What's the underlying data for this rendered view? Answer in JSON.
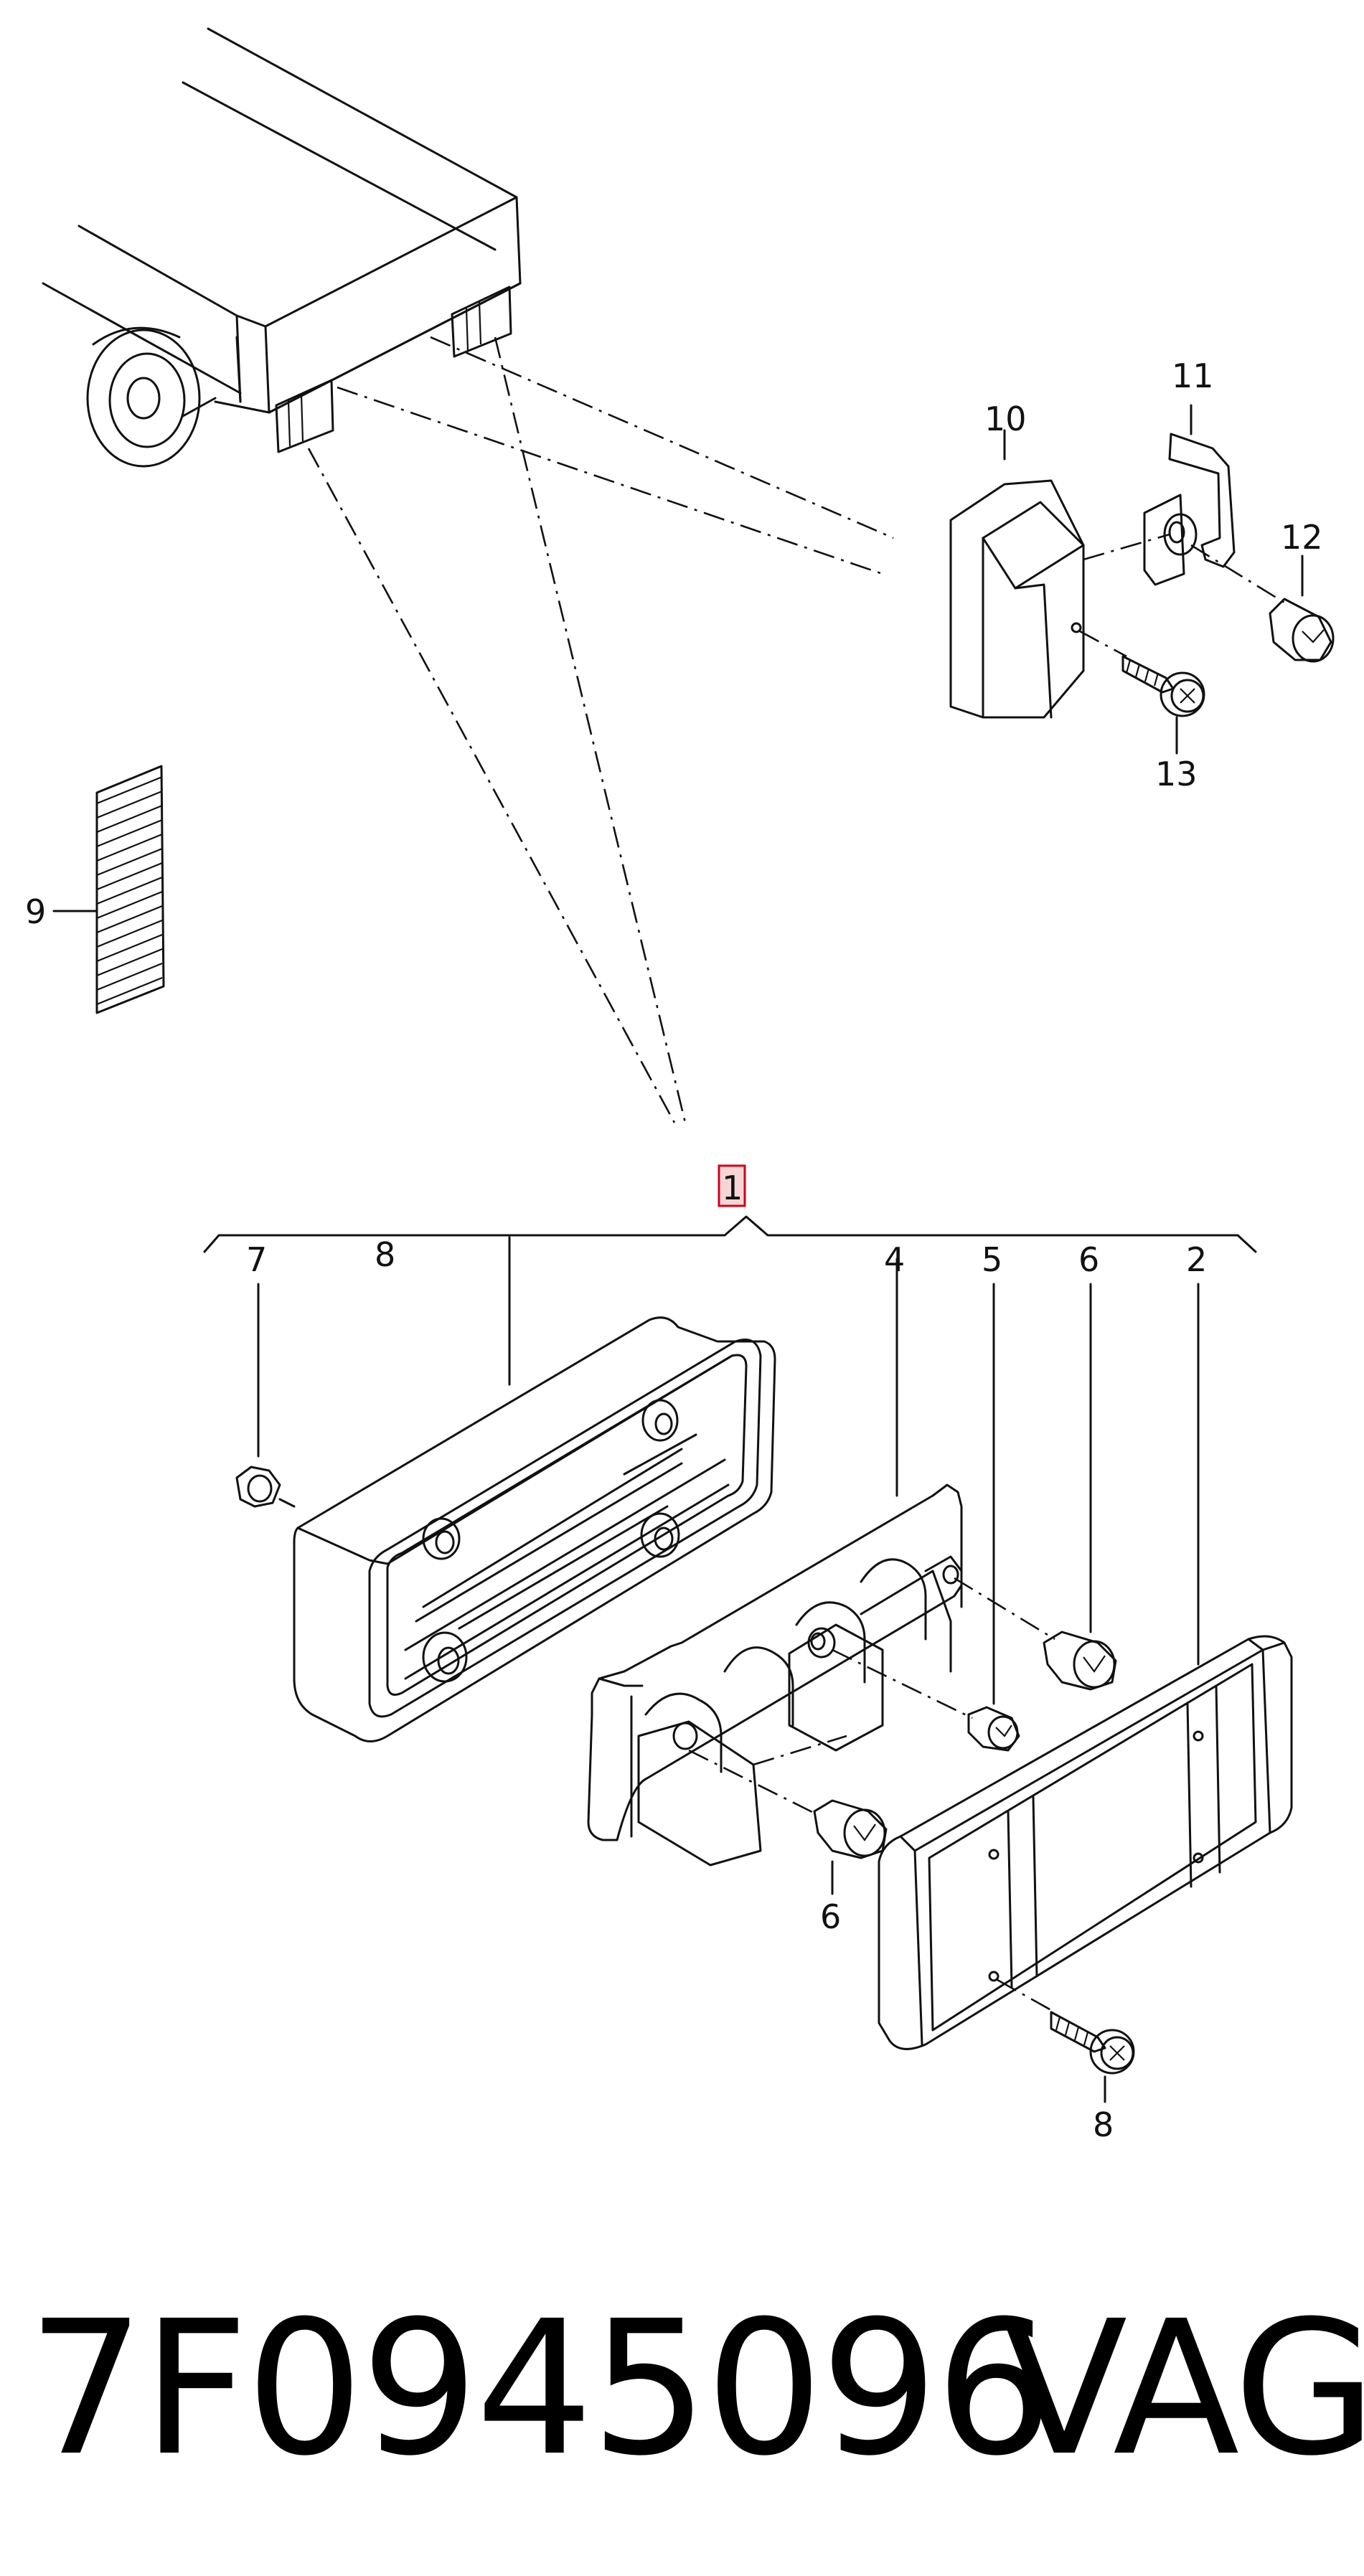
{
  "callouts": {
    "c1": "1",
    "c2": "2",
    "c4": "4",
    "c5": "5",
    "c6a": "6",
    "c6b": "6",
    "c7": "7",
    "c8a": "8",
    "c8b": "8",
    "c9": "9",
    "c10": "10",
    "c11": "11",
    "c12": "12",
    "c13": "13"
  },
  "footer": {
    "part_number": "7F0945096",
    "brand": "VAG"
  },
  "colors": {
    "ink": "#111111",
    "highlight": "#d0021b",
    "highlight_fill": "#f6d5d5"
  }
}
